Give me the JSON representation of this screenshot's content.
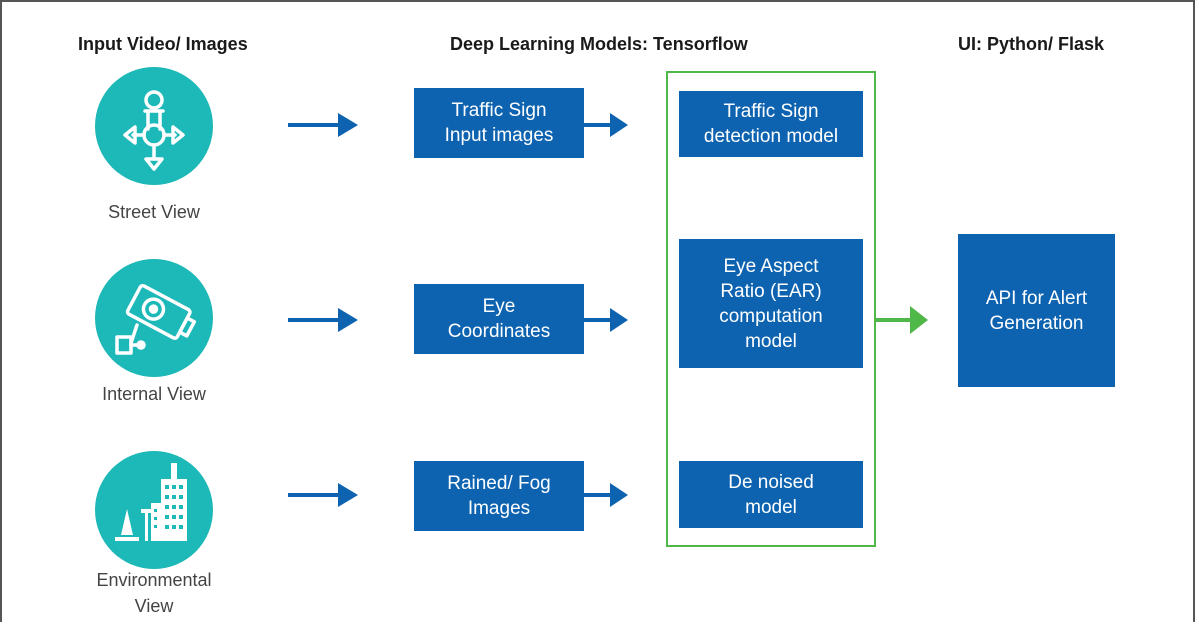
{
  "columns": {
    "input": "Input Video/ Images",
    "models": "Deep Learning Models: Tensorflow",
    "ui": "UI: Python/ Flask"
  },
  "sources": [
    {
      "label": "Street View",
      "icon": "street-view-icon"
    },
    {
      "label": "Internal View",
      "icon": "camera-eye-icon"
    },
    {
      "label": "Environmental\nView",
      "icon": "city-icon"
    }
  ],
  "inputs": [
    {
      "label": "Traffic Sign\nInput images"
    },
    {
      "label": "Eye\nCoordinates"
    },
    {
      "label": "Rained/ Fog\nImages"
    }
  ],
  "models": [
    {
      "label": "Traffic Sign\ndetection model"
    },
    {
      "label": "Eye Aspect\nRatio (EAR)\ncomputation\nmodel"
    },
    {
      "label": "De noised\nmodel"
    }
  ],
  "output": {
    "label": "API for Alert\nGeneration"
  },
  "colors": {
    "teal": "#1db8b8",
    "blue": "#0d63b0",
    "green": "#4fb848"
  }
}
